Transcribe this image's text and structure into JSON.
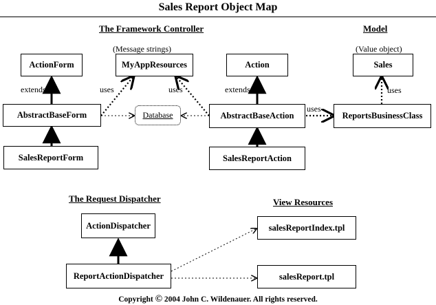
{
  "title": "Sales Report Object Map",
  "sections": {
    "framework_controller": "The Framework Controller",
    "model": "Model",
    "request_dispatcher": "The Request Dispatcher",
    "view_resources": "View Resources"
  },
  "notes": {
    "message_strings": "(Message strings)",
    "value_object": "(Value object)"
  },
  "boxes": {
    "action_form": "ActionForm",
    "my_app_resources": "MyAppResources",
    "action": "Action",
    "sales": "Sales",
    "abstract_base_form": "AbstractBaseForm",
    "database": "Database",
    "abstract_base_action": "AbstractBaseAction",
    "reports_business_class": "ReportsBusinessClass",
    "sales_report_form": "SalesReportForm",
    "sales_report_action": "SalesReportAction",
    "action_dispatcher": "ActionDispatcher",
    "report_action_dispatcher": "ReportActionDispatcher",
    "sales_report_index_tpl": "salesReportIndex.tpl",
    "sales_report_tpl": "salesReport.tpl"
  },
  "labels": {
    "extends_form": "extends",
    "uses_form": "uses",
    "uses_action_resources": "uses",
    "extends_action": "extends",
    "uses_business": "uses",
    "uses_sales": "uses"
  },
  "footer": {
    "prefix": "Copyright",
    "symbol": "©",
    "text": "2004 John C. Wildenauer.  All rights reserved."
  }
}
